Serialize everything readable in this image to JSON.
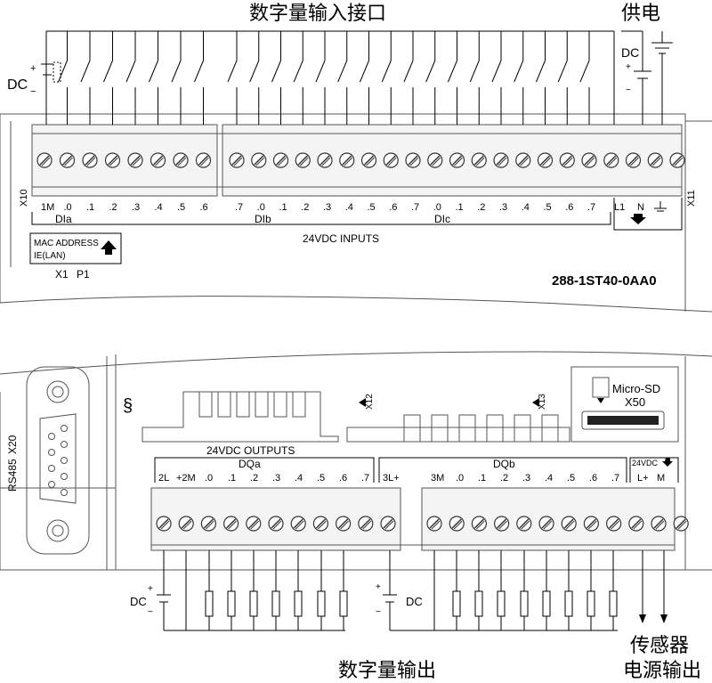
{
  "top": {
    "title": "数字量输入接口",
    "power_title": "供电",
    "dc_left": "DC",
    "dc_right": "DC",
    "plus": "+",
    "minus": "−",
    "connector_left": "X10",
    "connector_right": "X11",
    "terminals": [
      "1M",
      ".0",
      ".1",
      ".2",
      ".3",
      ".4",
      ".5",
      ".6",
      ".7",
      ".0",
      ".1",
      ".2",
      ".3",
      ".4",
      ".5",
      ".6",
      ".7",
      ".0",
      ".1",
      ".2",
      ".3",
      ".4",
      ".5",
      ".6",
      ".7",
      "L1",
      "N"
    ],
    "group_a": "DIa",
    "group_b": "DIb",
    "group_c": "DIc",
    "inputs_label": "24VDC INPUTS",
    "mac_line1": "MAC ADDRESS",
    "mac_line2": "IE(LAN)",
    "port_x1": "X1",
    "port_p1": "P1",
    "model": "288-1ST40-0AA0"
  },
  "bottom": {
    "rs485": "RS485",
    "x20": "X20",
    "x12": "X12",
    "x13": "X13",
    "microsd": "Micro-SD",
    "x50": "X50",
    "outputs_label": "24VDC OUTPUTS",
    "group_a": "DQa",
    "group_b": "DQb",
    "sensor_v": "24VDC",
    "terminals_a": [
      "2L",
      "+2M",
      ".0",
      ".1",
      ".2",
      ".3",
      ".4",
      ".5",
      ".6",
      ".7"
    ],
    "terminals_b": [
      "3L+",
      "3M",
      ".0",
      ".1",
      ".2",
      ".3",
      ".4",
      ".5",
      ".6",
      ".7"
    ],
    "terminals_c": [
      "L+",
      "M"
    ],
    "dc_left": "DC",
    "dc_right": "DC",
    "plus": "+",
    "minus": "−",
    "out_title": "数字量输出",
    "sensor_title_1": "传感器",
    "sensor_title_2": "电源输出"
  }
}
